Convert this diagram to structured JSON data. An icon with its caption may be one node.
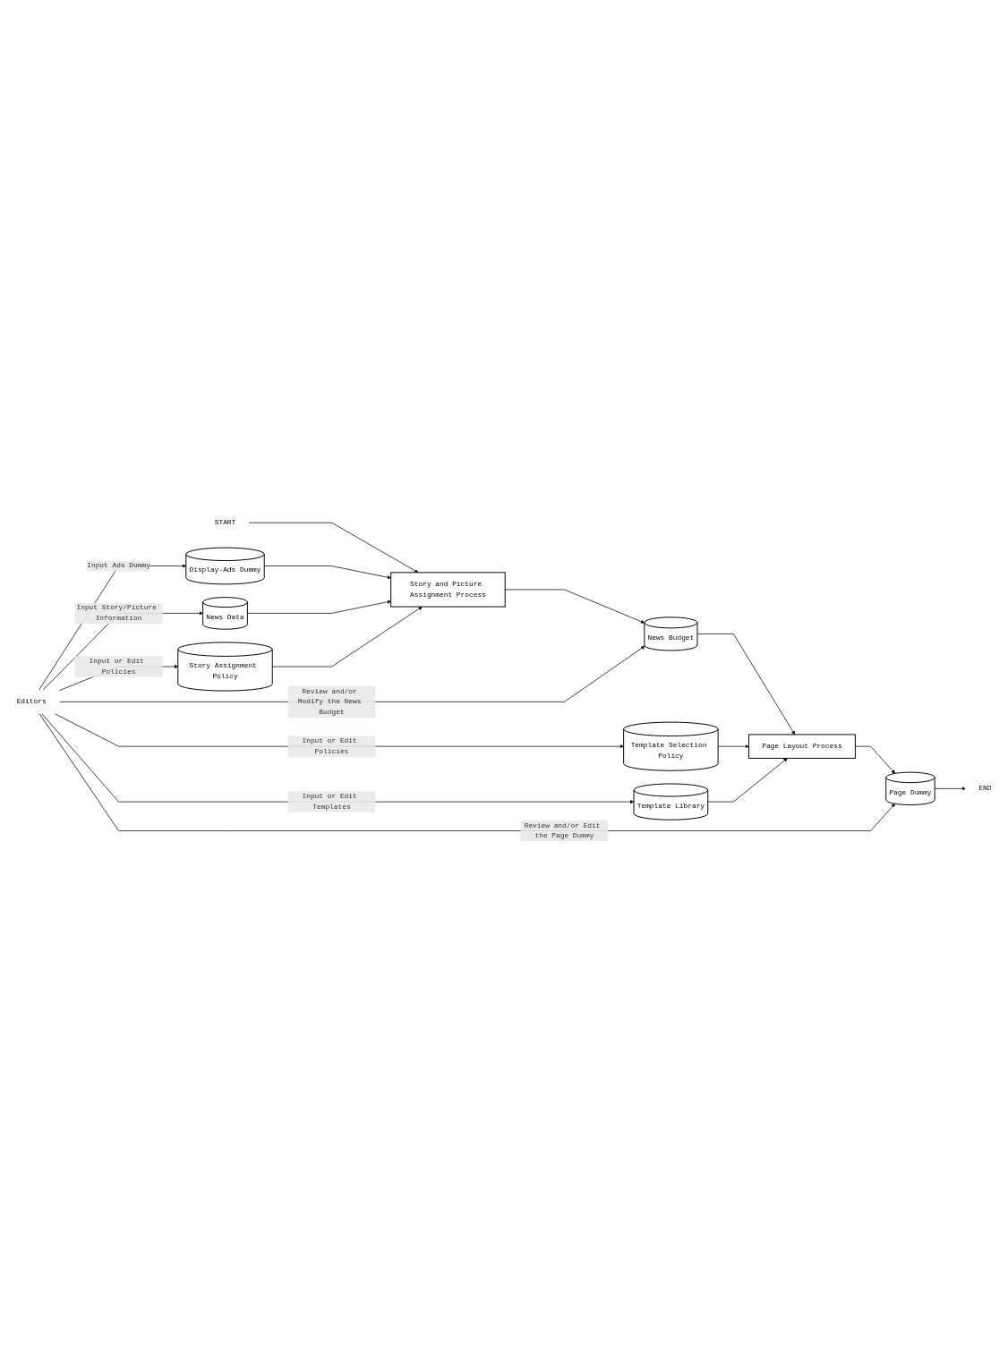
{
  "diagram": {
    "nodes": [
      {
        "text": [
          "START"
        ]
      },
      {
        "text": [
          "Display-Ads Dummy"
        ]
      },
      {
        "text": [
          "News Data"
        ]
      },
      {
        "text": [
          "Story Assignment Policy"
        ]
      },
      {
        "text": [
          "Story and Picture Assignment Process"
        ]
      },
      {
        "text": [
          "News Budget"
        ]
      },
      {
        "text": [
          "Template Selection Policy"
        ]
      },
      {
        "text": [
          "Template Library"
        ]
      },
      {
        "text": [
          "Page Layout Process"
        ]
      },
      {
        "text": [
          "Page Dummy"
        ]
      },
      {
        "text": [
          "END"
        ]
      },
      {
        "text": [
          "Editors"
        ]
      }
    ],
    "edges": [
      {
        "from": 0,
        "to": 4,
        "arrow": "to"
      },
      {
        "from": 11,
        "to": 1,
        "arrow": "to",
        "label": "Input Ads Dummy"
      },
      {
        "from": 11,
        "to": 2,
        "arrow": "to",
        "label": "Input Story/Picture Information"
      },
      {
        "from": 11,
        "to": 3,
        "arrow": "to",
        "label": "Input or Edit Policies"
      },
      {
        "from": 1,
        "to": 4,
        "arrow": "to"
      },
      {
        "from": 2,
        "to": 4,
        "arrow": "to"
      },
      {
        "from": 3,
        "to": 4,
        "arrow": "to"
      },
      {
        "from": 4,
        "to": 5,
        "arrow": "to"
      },
      {
        "from": 11,
        "to": 5,
        "arrow": "to",
        "label": "Review and/or Modify the News Budget"
      },
      {
        "from": 5,
        "to": 8,
        "arrow": "to"
      },
      {
        "from": 11,
        "to": 6,
        "arrow": "to",
        "label": "Input or Edit Policies"
      },
      {
        "from": 11,
        "to": 7,
        "arrow": "to",
        "label": "Input or Edit Templates"
      },
      {
        "from": 6,
        "to": 8,
        "arrow": "to"
      },
      {
        "from": 7,
        "to": 8,
        "arrow": "to"
      },
      {
        "from": 8,
        "to": 9,
        "arrow": "to"
      },
      {
        "from": 11,
        "to": 9,
        "arrow": "to",
        "label": "Review and/or Edit the Page Dummy"
      },
      {
        "from": 9,
        "to": 10,
        "arrow": "to"
      }
    ]
  }
}
